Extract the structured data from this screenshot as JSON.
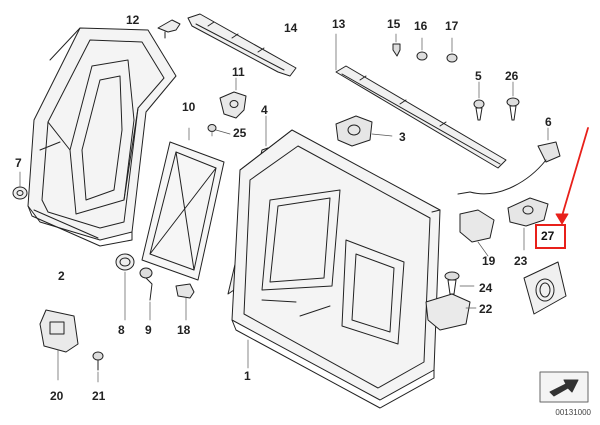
{
  "callouts": [
    {
      "id": "1",
      "label": "1"
    },
    {
      "id": "2",
      "label": "2"
    },
    {
      "id": "3",
      "label": "3"
    },
    {
      "id": "4",
      "label": "4"
    },
    {
      "id": "5",
      "label": "5"
    },
    {
      "id": "6",
      "label": "6"
    },
    {
      "id": "7",
      "label": "7"
    },
    {
      "id": "8",
      "label": "8"
    },
    {
      "id": "9",
      "label": "9"
    },
    {
      "id": "10",
      "label": "10"
    },
    {
      "id": "11",
      "label": "11"
    },
    {
      "id": "12",
      "label": "12"
    },
    {
      "id": "13",
      "label": "13"
    },
    {
      "id": "14",
      "label": "14"
    },
    {
      "id": "15",
      "label": "15"
    },
    {
      "id": "16",
      "label": "16"
    },
    {
      "id": "17",
      "label": "17"
    },
    {
      "id": "18",
      "label": "18"
    },
    {
      "id": "19",
      "label": "19"
    },
    {
      "id": "20",
      "label": "20"
    },
    {
      "id": "21",
      "label": "21"
    },
    {
      "id": "22",
      "label": "22"
    },
    {
      "id": "23",
      "label": "23"
    },
    {
      "id": "24",
      "label": "24"
    },
    {
      "id": "25",
      "label": "25"
    },
    {
      "id": "26",
      "label": "26"
    },
    {
      "id": "27",
      "label": "27"
    }
  ],
  "highlighted_part": "27",
  "highlight_color": "#e8201a",
  "catalog_number": "00131000"
}
